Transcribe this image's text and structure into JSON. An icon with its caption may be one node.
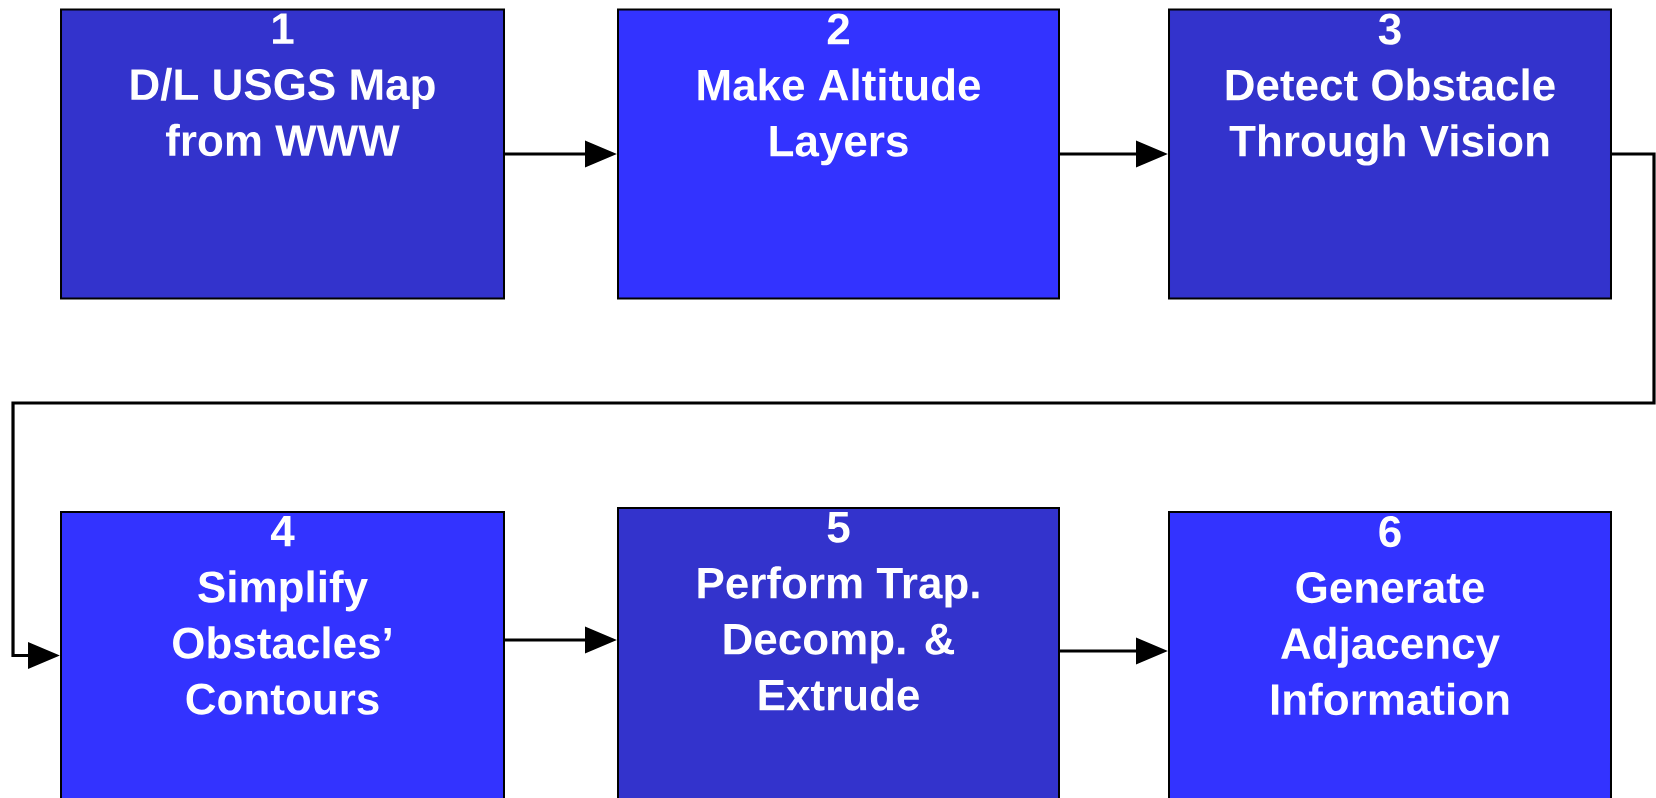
{
  "diagram": {
    "nodes": [
      {
        "text": [
          "1",
          "D/L USGS Map from WWW"
        ]
      },
      {
        "text": [
          "2",
          "Make Altitude Layers"
        ]
      },
      {
        "text": [
          "3",
          "Detect Obstacle Through Vision"
        ]
      },
      {
        "text": [
          "4",
          "Simplify Obstacles’ Contours"
        ]
      },
      {
        "text": [
          "5",
          "Perform Trap. Decomp. & Extrude"
        ]
      },
      {
        "text": [
          "6",
          "Generate Adjacency Information"
        ]
      }
    ],
    "edges": [
      {
        "from": 0,
        "to": 1,
        "arrow": "to"
      },
      {
        "from": 1,
        "to": 2,
        "arrow": "to"
      },
      {
        "from": 2,
        "to": 3,
        "arrow": "to"
      },
      {
        "from": 3,
        "to": 4,
        "arrow": "to"
      },
      {
        "from": 4,
        "to": 5,
        "arrow": "to"
      }
    ]
  }
}
